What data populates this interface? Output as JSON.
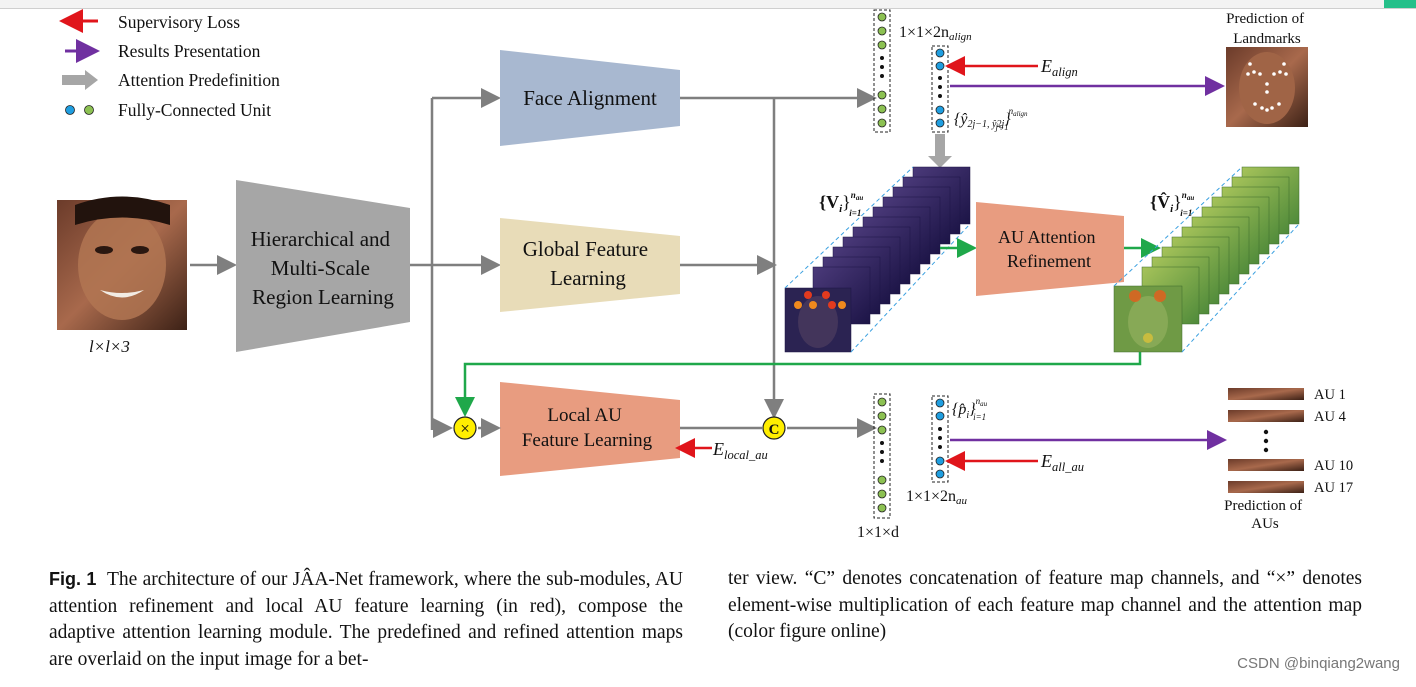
{
  "legend": {
    "supervisory_loss": "Supervisory Loss",
    "results_presentation": "Results Presentation",
    "attention_predefinition": "Attention Predefinition",
    "fully_connected_unit": "Fully-Connected Unit"
  },
  "modules": {
    "hierarchical": [
      "Hierarchical and",
      "Multi-Scale",
      "Region Learning"
    ],
    "face_alignment": "Face Alignment",
    "global_feature": [
      "Global Feature",
      "Learning"
    ],
    "au_attention": [
      "AU Attention",
      "Refinement"
    ],
    "local_au": [
      "Local AU",
      "Feature Learning"
    ]
  },
  "labels": {
    "input_size": "l×l×3",
    "align_dim": "1×1×2n",
    "align_dim_sub": "align",
    "au_dim": "1×1×2n",
    "au_dim_sub": "au",
    "d_dim": "1×1×d",
    "e_align": "E",
    "e_align_sub": "align",
    "e_local": "E",
    "e_local_sub": "local_au",
    "e_all": "E",
    "e_all_sub": "all_au",
    "concat_symbol": "C",
    "multiply_symbol": "×",
    "pred_landmarks": [
      "Prediction of",
      "Landmarks"
    ],
    "pred_aus": [
      "Prediction of",
      "AUs"
    ],
    "au_list": [
      "AU 1",
      "AU 4",
      "AU 10",
      "AU 17"
    ],
    "v_set": "{V",
    "v_hat_set": "{V̂",
    "p_set": "{p̂",
    "y_set": "{ŷ",
    "index_i": "i",
    "index_range": "i=1",
    "index_j": "j=1",
    "n_au": "n",
    "au_sub": "au",
    "n_align": "n",
    "align_sub": "align",
    "y_pair_rest": "2j−1, ŷ",
    "y_second_sub": "2j"
  },
  "caption": {
    "fig_label": "Fig. 1",
    "left_text": "The architecture of our JÂA-Net framework, where the sub-modules, AU attention refinement and local AU feature learning (in red), compose the adaptive attention learning module. The predefined and refined attention maps are overlaid on the input image for a bet-",
    "right_text": "ter view. “C” denotes concatenation of feature map channels, and “×” denotes element-wise multiplication of each feature map channel and the attention map (color figure online)"
  },
  "watermark": "CSDN @binqiang2wang",
  "colors": {
    "supervisory": "#e0151b",
    "results": "#7030a0",
    "attention": "#a6a6a6",
    "flow": "#7f7f7f",
    "green_flow": "#1fa84a",
    "fc_blue": "#1f9ee0",
    "fc_green": "#8cc152",
    "face_alignment": "#a8b8d0",
    "global_feature": "#e8dcb8",
    "hierarchical": "#a6a6a6",
    "red_module": "#e89c80"
  }
}
